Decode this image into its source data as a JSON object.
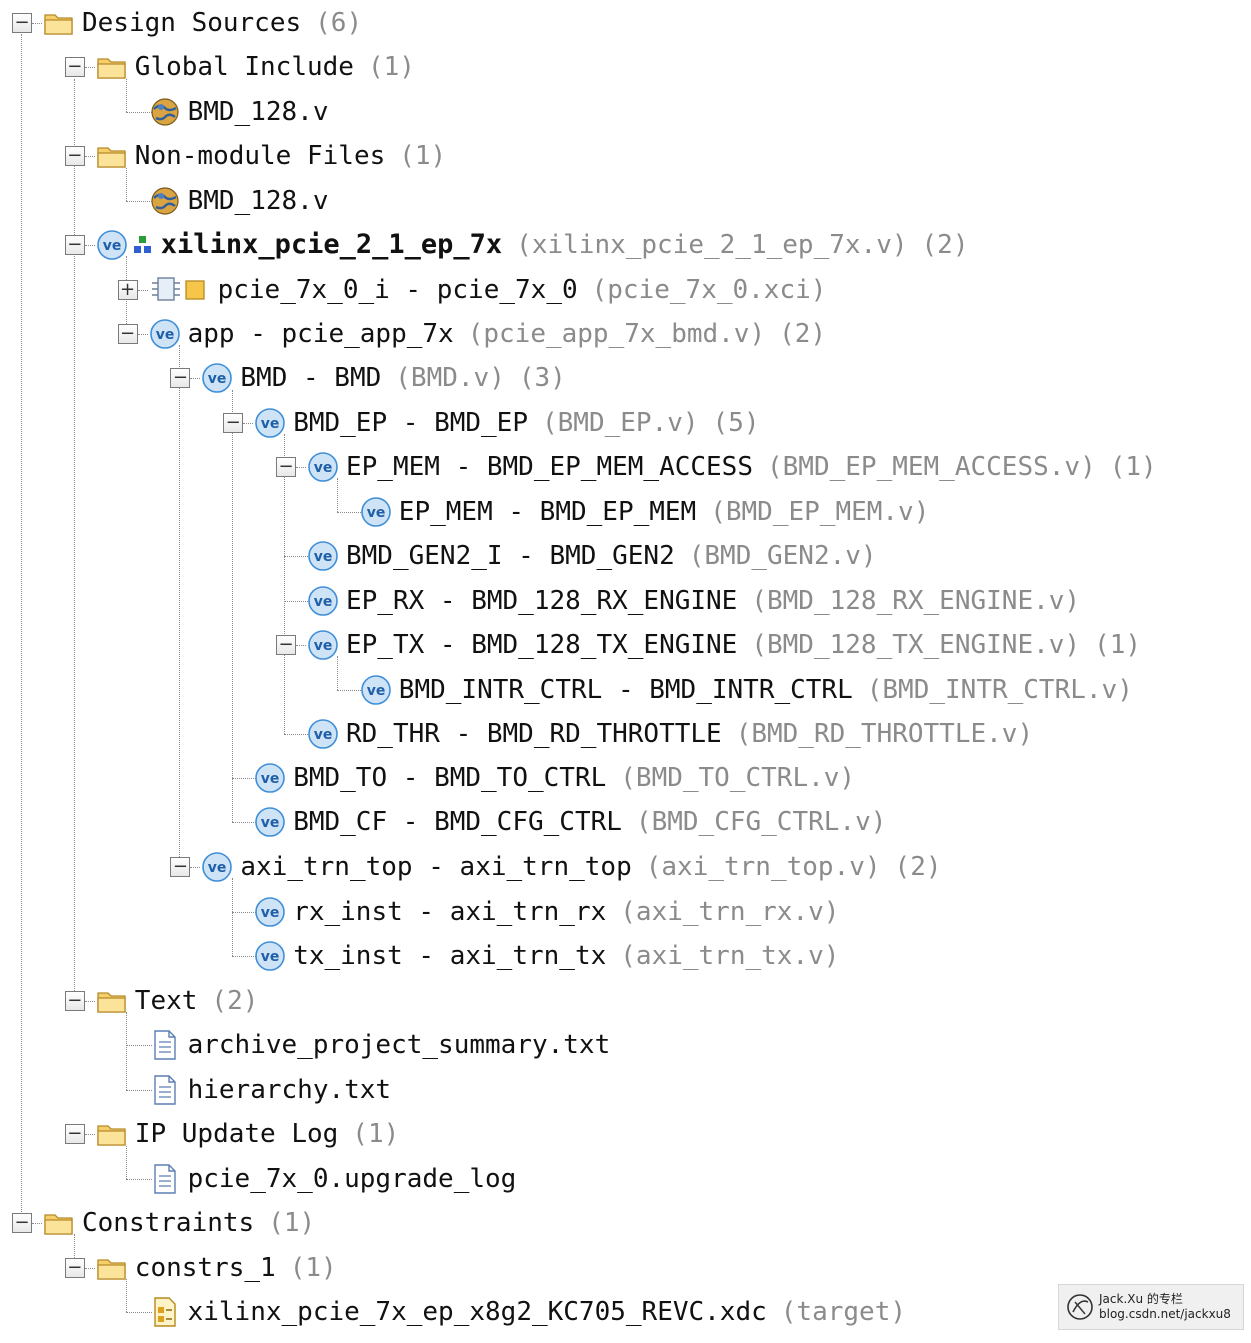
{
  "tree": {
    "nodes": [
      {
        "label": "Design Sources",
        "suffix": "(6)",
        "icon": "folder-icon",
        "toggle": "−"
      },
      {
        "label": "Global Include",
        "suffix": "(1)",
        "icon": "folder-icon",
        "toggle": "−"
      },
      {
        "label": "BMD_128.v",
        "icon": "globe-file-icon"
      },
      {
        "label": "Non-module Files",
        "suffix": "(1)",
        "icon": "folder-icon",
        "toggle": "−"
      },
      {
        "label": "BMD_128.v",
        "icon": "globe-file-icon"
      },
      {
        "label": "xilinx_pcie_2_1_ep_7x",
        "file": "(xilinx_pcie_2_1_ep_7x.v)",
        "suffix": "(2)",
        "icon": "verilog-top-icon",
        "toggle": "−"
      },
      {
        "label": "pcie_7x_0_i - pcie_7x_0",
        "file": "(pcie_7x_0.xci)",
        "icon": "ip-core-icon",
        "toggle": "+"
      },
      {
        "label": "app - pcie_app_7x",
        "file": "(pcie_app_7x_bmd.v)",
        "suffix": "(2)",
        "icon": "verilog-icon",
        "toggle": "−"
      },
      {
        "label": "BMD - BMD",
        "file": "(BMD.v)",
        "suffix": "(3)",
        "icon": "verilog-icon",
        "toggle": "−"
      },
      {
        "label": "BMD_EP - BMD_EP",
        "file": "(BMD_EP.v)",
        "suffix": "(5)",
        "icon": "verilog-icon",
        "toggle": "−"
      },
      {
        "label": "EP_MEM - BMD_EP_MEM_ACCESS",
        "file": "(BMD_EP_MEM_ACCESS.v)",
        "suffix": "(1)",
        "icon": "verilog-icon",
        "toggle": "−"
      },
      {
        "label": "EP_MEM - BMD_EP_MEM",
        "file": "(BMD_EP_MEM.v)",
        "icon": "verilog-icon"
      },
      {
        "label": "BMD_GEN2_I - BMD_GEN2",
        "file": "(BMD_GEN2.v)",
        "icon": "verilog-icon"
      },
      {
        "label": "EP_RX - BMD_128_RX_ENGINE",
        "file": "(BMD_128_RX_ENGINE.v)",
        "icon": "verilog-icon"
      },
      {
        "label": "EP_TX - BMD_128_TX_ENGINE",
        "file": "(BMD_128_TX_ENGINE.v)",
        "suffix": "(1)",
        "icon": "verilog-icon",
        "toggle": "−"
      },
      {
        "label": "BMD_INTR_CTRL - BMD_INTR_CTRL",
        "file": "(BMD_INTR_CTRL.v)",
        "icon": "verilog-icon"
      },
      {
        "label": "RD_THR - BMD_RD_THROTTLE",
        "file": "(BMD_RD_THROTTLE.v)",
        "icon": "verilog-icon"
      },
      {
        "label": "BMD_TO - BMD_TO_CTRL",
        "file": "(BMD_TO_CTRL.v)",
        "icon": "verilog-icon"
      },
      {
        "label": "BMD_CF - BMD_CFG_CTRL",
        "file": "(BMD_CFG_CTRL.v)",
        "icon": "verilog-icon"
      },
      {
        "label": "axi_trn_top - axi_trn_top",
        "file": "(axi_trn_top.v)",
        "suffix": "(2)",
        "icon": "verilog-icon",
        "toggle": "−"
      },
      {
        "label": "rx_inst - axi_trn_rx",
        "file": "(axi_trn_rx.v)",
        "icon": "verilog-icon"
      },
      {
        "label": "tx_inst - axi_trn_tx",
        "file": "(axi_trn_tx.v)",
        "icon": "verilog-icon"
      },
      {
        "label": "Text",
        "suffix": "(2)",
        "icon": "folder-icon",
        "toggle": "−"
      },
      {
        "label": "archive_project_summary.txt",
        "icon": "text-file-icon"
      },
      {
        "label": "hierarchy.txt",
        "icon": "text-file-icon"
      },
      {
        "label": "IP Update Log",
        "suffix": "(1)",
        "icon": "folder-icon",
        "toggle": "−"
      },
      {
        "label": "pcie_7x_0.upgrade_log",
        "icon": "text-file-icon"
      },
      {
        "label": "Constraints",
        "suffix": "(1)",
        "icon": "folder-icon",
        "toggle": "−"
      },
      {
        "label": "constrs_1",
        "suffix": "(1)",
        "icon": "folder-icon",
        "toggle": "−"
      },
      {
        "label": "xilinx_pcie_7x_ep_x8g2_KC705_REVC.xdc",
        "file": "(target)",
        "icon": "constraints-file-icon"
      }
    ]
  },
  "watermark": {
    "line1": "Jack.Xu 的专栏",
    "line2": "blog.csdn.net/jackxu8"
  },
  "colors": {
    "folder": "#f4cf6a",
    "folder_edge": "#b88a2a",
    "verilog_blue": "#3f8fd8",
    "muted_text": "#8b8b8b",
    "tree_line": "#8a8a8a"
  }
}
